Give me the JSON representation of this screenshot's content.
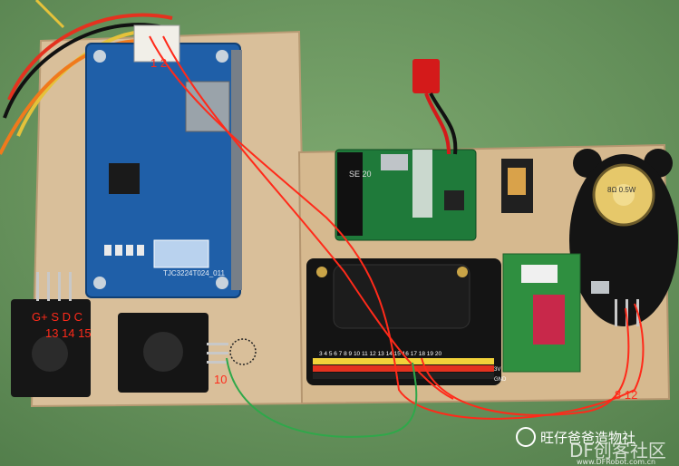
{
  "labels": {
    "pins_lcd": "1 2",
    "joystick_pins": "G+ S D C",
    "joystick_nums": "13 14 15",
    "encoder_pin": "10",
    "speaker_pins": "8 12",
    "header_row_a": "3 4 5 6 7 8 9 10 11 12 13 14 15 16 17 18 19 20",
    "header_3v": "3V",
    "header_gnd": "GND",
    "lcd_model": "TJC3224T024_011",
    "power_text": "SE 20",
    "speaker_text": "8Ω 0.5W"
  },
  "watermark": {
    "channel": "旺仔爸爸造物社",
    "site": "www.DFRobot.com.cn",
    "logo": "DF创客社区"
  },
  "colors": {
    "background": "#6f9a63",
    "wood": "#d9bf9a",
    "pcb_blue": "#1f5fa8",
    "pcb_green": "#1f7a3a",
    "pcb_black": "#161616",
    "wire_red": "#e4321f",
    "wire_green": "#2fa84a",
    "annotation_red": "#ff2a1a"
  }
}
